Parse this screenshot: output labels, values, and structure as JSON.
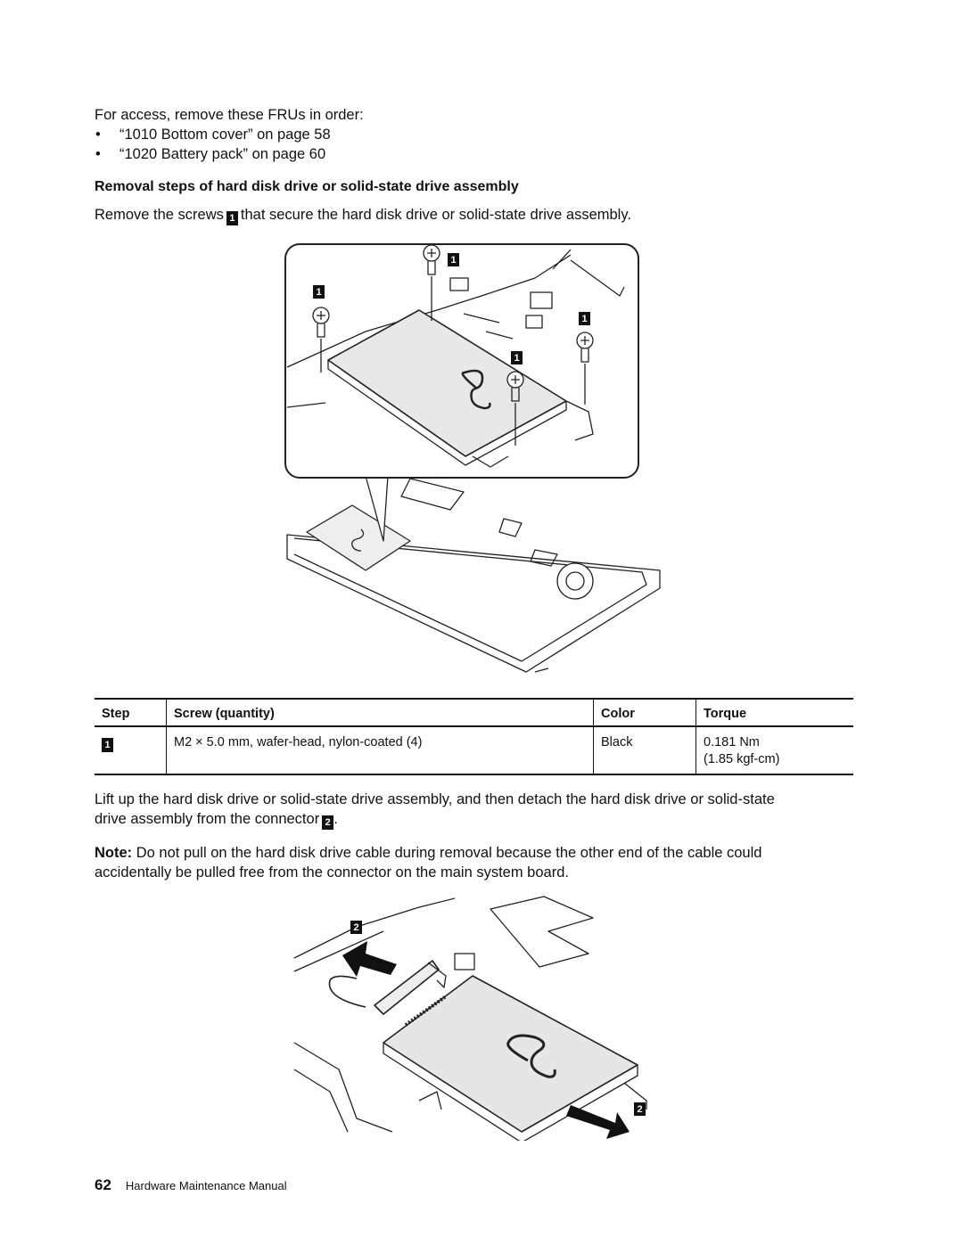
{
  "intro": {
    "line": "For access, remove these FRUs in order:",
    "items": [
      "“1010 Bottom cover” on page 58",
      "“1020 Battery pack” on page 60"
    ]
  },
  "section_heading": "Removal steps of hard disk drive or solid-state drive assembly",
  "step1": {
    "before": "Remove the screws",
    "badge": "1",
    "after": "that secure the hard disk drive or solid-state drive assembly."
  },
  "figure1": {
    "callouts": [
      "1",
      "1",
      "1",
      "1"
    ]
  },
  "table": {
    "headers": [
      "Step",
      "Screw (quantity)",
      "Color",
      "Torque"
    ],
    "row": {
      "step": "1",
      "screw": "M2 × 5.0 mm, wafer-head, nylon-coated (4)",
      "color": "Black",
      "torque_nm": "0.181 Nm",
      "torque_kgf": "(1.85 kgf-cm)"
    }
  },
  "step2": {
    "line1": "Lift up the hard disk drive or solid-state drive assembly, and then detach the hard disk drive or solid-state",
    "line2_before": "drive assembly from the connector",
    "badge": "2",
    "line2_after": "."
  },
  "note": {
    "label": "Note:",
    "text1": " Do not pull on the hard disk drive cable during removal because the other end of the cable could",
    "text2": "accidentally be pulled free from the connector on the main system board."
  },
  "figure2": {
    "callouts": [
      "2",
      "2"
    ]
  },
  "footer": {
    "page": "62",
    "title": "Hardware Maintenance Manual"
  }
}
